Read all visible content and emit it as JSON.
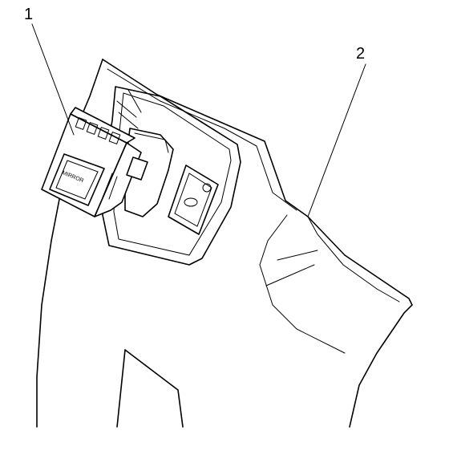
{
  "callouts": {
    "one": "1",
    "two": "2"
  },
  "switch_label": "MIRROR",
  "colors": {
    "line": "#000000",
    "background": "#ffffff"
  }
}
